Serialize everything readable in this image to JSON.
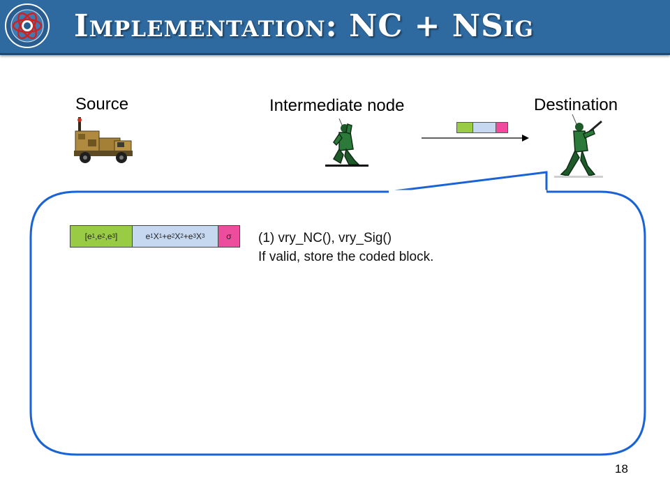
{
  "slide": {
    "title": "Implementation: NC + NSig",
    "page_number": "18"
  },
  "nodes": {
    "source": "Source",
    "intermediate": "Intermediate node",
    "destination": "Destination"
  },
  "packet": {
    "parts": [
      {
        "label": "[e1,e2,e3]",
        "color": "#99cc44"
      },
      {
        "label": "e1X1+e2X2+e3X3",
        "color": "#c6d8f0"
      },
      {
        "label": "σ",
        "color": "#ee4c9c"
      }
    ]
  },
  "callout": {
    "line1": "(1) vry_NC(), vry_Sig()",
    "line2": "If valid, store the coded block."
  },
  "colors": {
    "title_bar": "#2e6aa0",
    "callout_border": "#1a63d6"
  },
  "icons": {
    "logo": "ita-emblem-icon",
    "source": "military-truck-icon",
    "intermediate": "kneeling-soldier-icon",
    "destination": "standing-soldier-icon"
  }
}
